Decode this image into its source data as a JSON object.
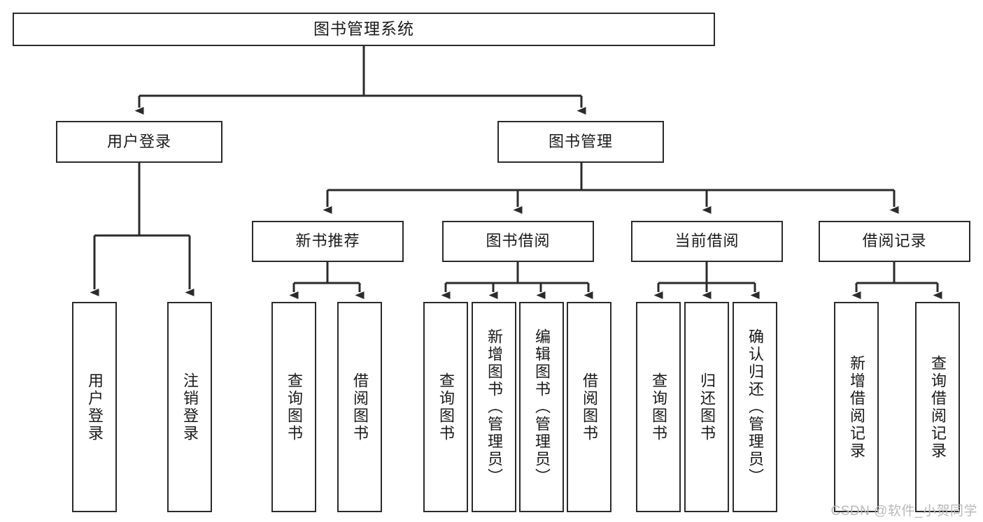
{
  "diagram": {
    "title": "图书管理系统",
    "type": "hierarchy-tree",
    "watermark": "CSDN @软件_小贺同学",
    "colors": {
      "stroke": "#2b2b2b",
      "fill": "#ffffff",
      "text": "#1a1a1a",
      "watermark": "#b9b9b9"
    },
    "levels": {
      "root": {
        "label": "图书管理系统"
      },
      "level2": [
        {
          "label": "用户登录"
        },
        {
          "label": "图书管理"
        }
      ],
      "level3": [
        {
          "label": "新书推荐"
        },
        {
          "label": "图书借阅"
        },
        {
          "label": "当前借阅"
        },
        {
          "label": "借阅记录"
        }
      ],
      "leaves": [
        {
          "label": "用户登录",
          "parent": "用户登录"
        },
        {
          "label": "注销登录",
          "parent": "用户登录"
        },
        {
          "label": "查询图书",
          "parent": "新书推荐"
        },
        {
          "label": "借阅图书",
          "parent": "新书推荐"
        },
        {
          "label": "查询图书",
          "parent": "图书借阅"
        },
        {
          "label": "新增图书（管理员）",
          "parent": "图书借阅"
        },
        {
          "label": "编辑图书（管理员）",
          "parent": "图书借阅"
        },
        {
          "label": "借阅图书",
          "parent": "图书借阅"
        },
        {
          "label": "查询图书",
          "parent": "当前借阅"
        },
        {
          "label": "归还图书",
          "parent": "当前借阅"
        },
        {
          "label": "确认归还（管理员）",
          "parent": "当前借阅"
        },
        {
          "label": "新增借阅记录",
          "parent": "借阅记录"
        },
        {
          "label": "查询借阅记录",
          "parent": "借阅记录"
        }
      ]
    }
  }
}
